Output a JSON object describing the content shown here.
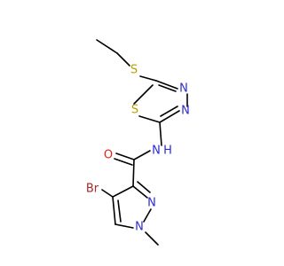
{
  "colors": {
    "carbon_bond": "#000000",
    "sulfur": "#b8a000",
    "nitrogen": "#2b2bd9",
    "oxygen": "#e0221b",
    "bromine": "#a52a2a",
    "background": "#ffffff"
  },
  "atoms": {
    "s_thioether": "S",
    "s_ring": "S",
    "n_thiadiazole_upper": "N",
    "n_thiadiazole_lower": "N",
    "n_amide": "N",
    "h_amide": "H",
    "o_carbonyl": "O",
    "br": "Br",
    "n_pyrazole_2": "N",
    "n_pyrazole_1": "N"
  }
}
